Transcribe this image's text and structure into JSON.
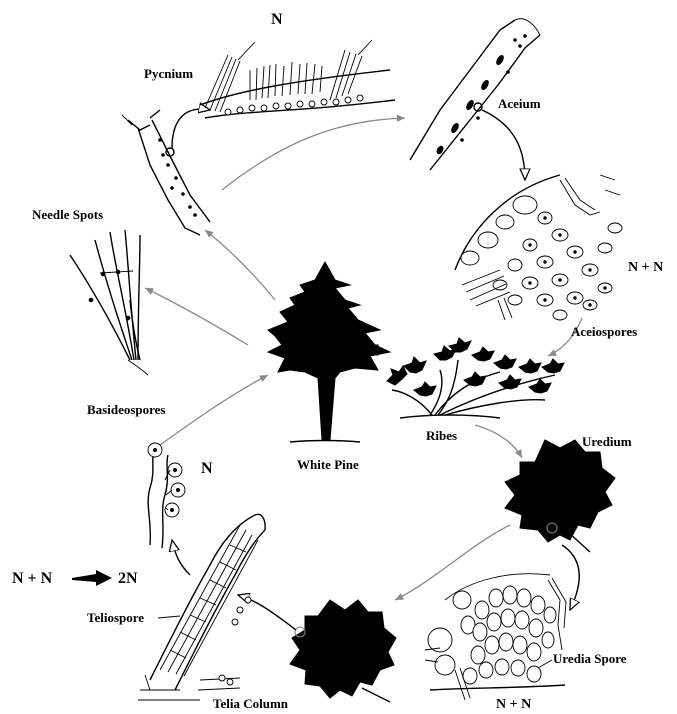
{
  "diagram": {
    "labels": {
      "n_top": "N",
      "pycnium": "Pycnium",
      "aceium": "Aceium",
      "needle_spots": "Needle Spots",
      "n_plus_n_right": "N + N",
      "aceiospores": "Aceiospores",
      "ribes": "Ribes",
      "basideospores": "Basideospores",
      "white_pine": "White Pine",
      "uredium": "Uredium",
      "n_left": "N",
      "nn_2n_left": "N + N",
      "nn_2n_right": "2N",
      "teliospore": "Teliospore",
      "uredia_spore": "Uredia Spore",
      "telia_column": "Telia Column",
      "n_plus_n_bottom": "N + N"
    },
    "icons": [
      "pine-tree-icon",
      "ribes-shrub-icon",
      "ribes-leaf-icon",
      "pine-branch-icon",
      "spore-cluster-icon"
    ]
  }
}
